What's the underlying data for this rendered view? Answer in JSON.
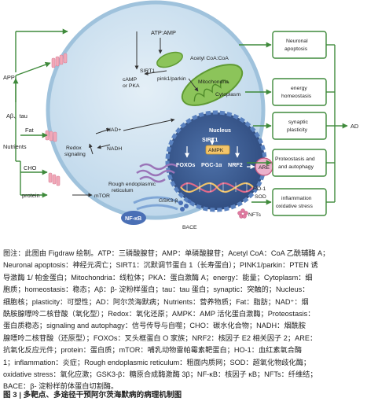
{
  "diagram": {
    "outside_left": {
      "app": "APP",
      "abeta_tau": "Aβ、tau",
      "nutrients": "Nutrients",
      "fat": "Fat",
      "cho": "CHO",
      "protein": "protein"
    },
    "cell": {
      "atp_amp": "ATP:AMP",
      "sirt1_top": "SIRT1",
      "pink1_parkin": "pink1/parkin",
      "acetyl_coa": "Acetyl CoA:CoA",
      "mitochondria": "Mitochondria",
      "camp_pka_1": "cAMP",
      "camp_pka_2": "or PKA",
      "cytoplasm": "Cytoplasm",
      "redox_1": "Redox",
      "redox_2": "signaling",
      "nad_plus": "NAD+",
      "nadh": "NADH",
      "mtor": "mTOR",
      "rough_er_1": "Rough endoplasmic",
      "rough_er_2": "reticulum",
      "nfkb": "NF-κB",
      "gsk3b": "GSK3-β",
      "bace": "BACE",
      "nfts": "NFTs"
    },
    "nucleus": {
      "nucleus": "Nucleus",
      "sirt1": "SIRT1",
      "ampk": "AMPK",
      "foxos": "FOXOs",
      "pgc1a": "PGC-1α",
      "nrf2": "NRF2",
      "are": "ARE",
      "ho1": "HO-1",
      "sod": "SOD"
    },
    "outcomes": {
      "neuronal_apoptosis_1": "Neuronal",
      "neuronal_apoptosis_2": "apoptosis",
      "energy_homeostasis_1": "energy",
      "energy_homeostasis_2": "homeostasis",
      "synaptic_plasticity_1": "synaptic",
      "synaptic_plasticity_2": "plasticity",
      "proteostasis_1": "Proteostasis and",
      "proteostasis_2": "and autophagy",
      "inflammation_1": "inflammation",
      "inflammation_2": "oxidative stress",
      "ad": "AD"
    },
    "colors": {
      "arrow_green": "#3f8a3b",
      "cell_fill": "#cfe2ef",
      "cell_border": "#9fc2dc",
      "nucleus_fill": "#3f5f94",
      "nucleus_border": "#5a82c0",
      "mito_green": "#7ab648",
      "ampk_fill": "#f3c56a",
      "are_fill": "#e9a6c4",
      "gsk_blue": "#4a6fb5"
    }
  },
  "caption": {
    "lines": [
      "图注：此图由 Figdraw 绘制。ATP：三磷酸腺苷；AMP：单磷酸腺苷；Acetyl CoA：CoA 乙酰辅酶 A；",
      "Neuronal apoptosis：神经元凋亡；SIRT1：沉默调节蛋白 1（长寿蛋白）；PINK1/parkin：PTEN 诱",
      "导激酶 1/ 帕金蛋白；Mitochondria：线粒体；PKA：蛋白激酶 A；energy：能量；Cytoplasm：细",
      "胞质；homeostasis：稳态；Aβ：β- 淀粉样蛋白；tau：tau 蛋白；synaptic：突触的；Nucleus：",
      "细胞核；plasticity：可塑性；AD：阿尔茨海默病；Nutrients：营养物质；Fat：脂肪；NAD⁺：烟",
      "酰胺腺嘌呤二核苷酸（氧化型）；Redox：氧化还原；AMPK：AMP 活化蛋白激酶；Proteostasis：",
      "蛋白质稳态；signaling and autophagy：信号传导与自噬；CHO：碳水化合物；NADH：烟酰胺",
      "腺嘌呤二核苷酸（还原型）；FOXOs：叉头框蛋白 O 家族；NRF2：核因子 E2 相关因子 2；ARE：",
      "抗氧化反应元件；protein：蛋白质；mTOR：哺乳动物雷帕霉素靶蛋白；HO-1：血红素氧合酶",
      "1；inflammation：炎症；Rough endoplasmic reticulum：粗面内质网；SOD：超氧化物歧化酶；",
      "oxidative stress：氧化应激；GSK3-β：糖原合成酶激酶 3β；NF-κB：核因子 κB；NFTs：纤维结；",
      "BACE：β- 淀粉样前体蛋白切割酶。"
    ],
    "figure_title": "图 3 | 多靶点、多途径干预阿尔茨海默病的病理机制图"
  }
}
